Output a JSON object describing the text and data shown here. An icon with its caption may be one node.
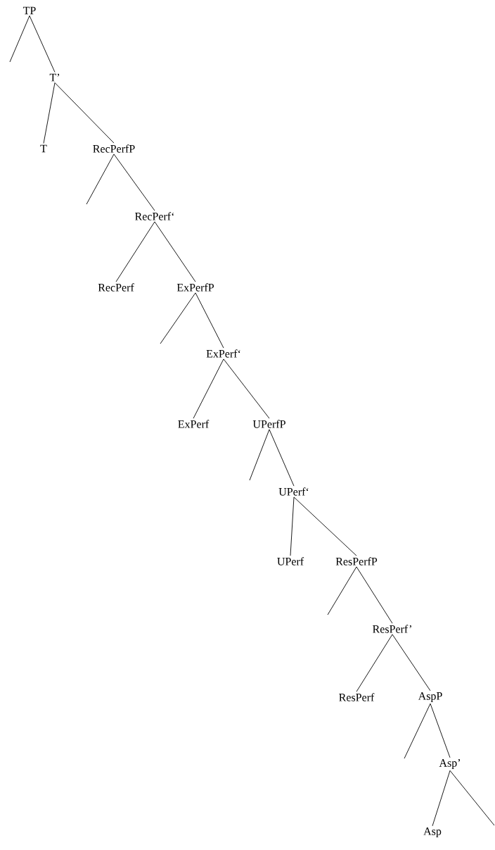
{
  "diagram": {
    "nodes": [
      {
        "text": [
          "TP"
        ]
      },
      {
        "text": [
          "T’"
        ]
      },
      {
        "text": [
          "T"
        ]
      },
      {
        "text": [
          "RecPerfP"
        ]
      },
      {
        "text": [
          "RecPerf‘"
        ]
      },
      {
        "text": [
          "RecPerf"
        ]
      },
      {
        "text": [
          "ExPerfP"
        ]
      },
      {
        "text": [
          "ExPerf‘"
        ]
      },
      {
        "text": [
          "ExPerf"
        ]
      },
      {
        "text": [
          "UPerfP"
        ]
      },
      {
        "text": [
          "UPerf‘"
        ]
      },
      {
        "text": [
          "UPerf"
        ]
      },
      {
        "text": [
          "ResPerfP"
        ]
      },
      {
        "text": [
          "ResPerf’"
        ]
      },
      {
        "text": [
          "ResPerf"
        ]
      },
      {
        "text": [
          "AspP"
        ]
      },
      {
        "text": [
          "Asp’"
        ]
      },
      {
        "text": [
          "Asp"
        ]
      }
    ],
    "edges": [
      {
        "from": 0,
        "to": null,
        "arrow": "none"
      },
      {
        "from": 0,
        "to": 1,
        "arrow": "none"
      },
      {
        "from": 1,
        "to": 2,
        "arrow": "none"
      },
      {
        "from": 1,
        "to": 3,
        "arrow": "none"
      },
      {
        "from": 3,
        "to": null,
        "arrow": "none"
      },
      {
        "from": 3,
        "to": 4,
        "arrow": "none"
      },
      {
        "from": 4,
        "to": 5,
        "arrow": "none"
      },
      {
        "from": 4,
        "to": 6,
        "arrow": "none"
      },
      {
        "from": 6,
        "to": null,
        "arrow": "none"
      },
      {
        "from": 6,
        "to": 7,
        "arrow": "none"
      },
      {
        "from": 7,
        "to": 8,
        "arrow": "none"
      },
      {
        "from": 7,
        "to": 9,
        "arrow": "none"
      },
      {
        "from": 9,
        "to": null,
        "arrow": "none"
      },
      {
        "from": 9,
        "to": 10,
        "arrow": "none"
      },
      {
        "from": 10,
        "to": 11,
        "arrow": "none"
      },
      {
        "from": 10,
        "to": 12,
        "arrow": "none"
      },
      {
        "from": 12,
        "to": null,
        "arrow": "none"
      },
      {
        "from": 12,
        "to": 13,
        "arrow": "none"
      },
      {
        "from": 13,
        "to": 14,
        "arrow": "none"
      },
      {
        "from": 13,
        "to": 15,
        "arrow": "none"
      },
      {
        "from": 15,
        "to": null,
        "arrow": "none"
      },
      {
        "from": 15,
        "to": 16,
        "arrow": "none"
      },
      {
        "from": 16,
        "to": 17,
        "arrow": "none"
      },
      {
        "from": 16,
        "to": null,
        "arrow": "none"
      }
    ]
  }
}
